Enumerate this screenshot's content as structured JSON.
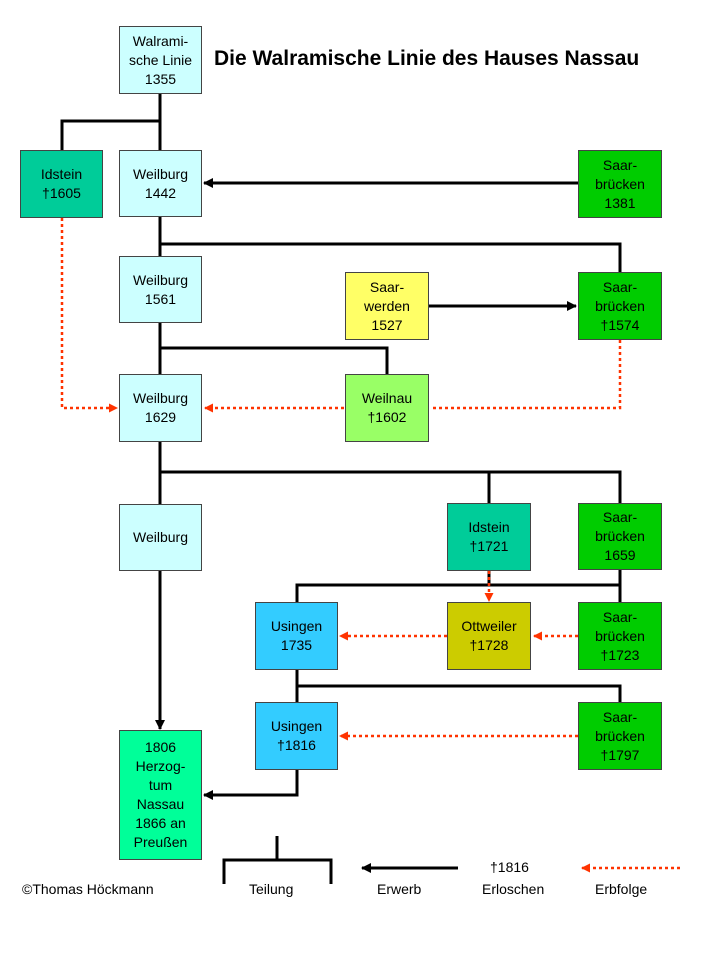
{
  "title": "Die Walramische Linie des Hauses Nassau",
  "colors": {
    "light_cyan": "#ccffff",
    "teal": "#00cc99",
    "green": "#00cc00",
    "light_yellow": "#ffff66",
    "light_green": "#99ff66",
    "sky_blue": "#33ccff",
    "olive": "#cccc00",
    "sea_green": "#00ff99",
    "succession_arrow": "#ff3300",
    "line": "#000000"
  },
  "nodes": {
    "walramische": "Walrami-\nsche Linie\n1355",
    "idstein1605": "Idstein\n†1605",
    "weilburg1442": "Weilburg\n1442",
    "saarbruecken1381": "Saar-\nbrücken\n1381",
    "weilburg1561": "Weilburg\n1561",
    "saarwerden1527": "Saar-\nwerden\n1527",
    "saarbruecken1574": "Saar-\nbrücken\n†1574",
    "weilburg1629": "Weilburg\n1629",
    "weilnau1602": "Weilnau\n†1602",
    "weilburg": "Weilburg",
    "idstein1721": "Idstein\n†1721",
    "saarbruecken1659": "Saar-\nbrücken\n1659",
    "usingen1735": "Usingen\n1735",
    "ottweiler1728": "Ottweiler\n†1728",
    "saarbruecken1723": "Saar-\nbrücken\n†1723",
    "usingen1816": "Usingen\n†1816",
    "saarbruecken1797": "Saar-\nbrücken\n†1797",
    "herzogtum": "1806\nHerzog-\ntum\nNassau\n1866 an\nPreußen"
  },
  "legend": {
    "copyright": "©Thomas Höckmann",
    "teilung": "Teilung",
    "erwerb": "Erwerb",
    "erloschen_symbol": "†1816",
    "erloschen": "Erloschen",
    "erbfolge": "Erbfolge"
  }
}
